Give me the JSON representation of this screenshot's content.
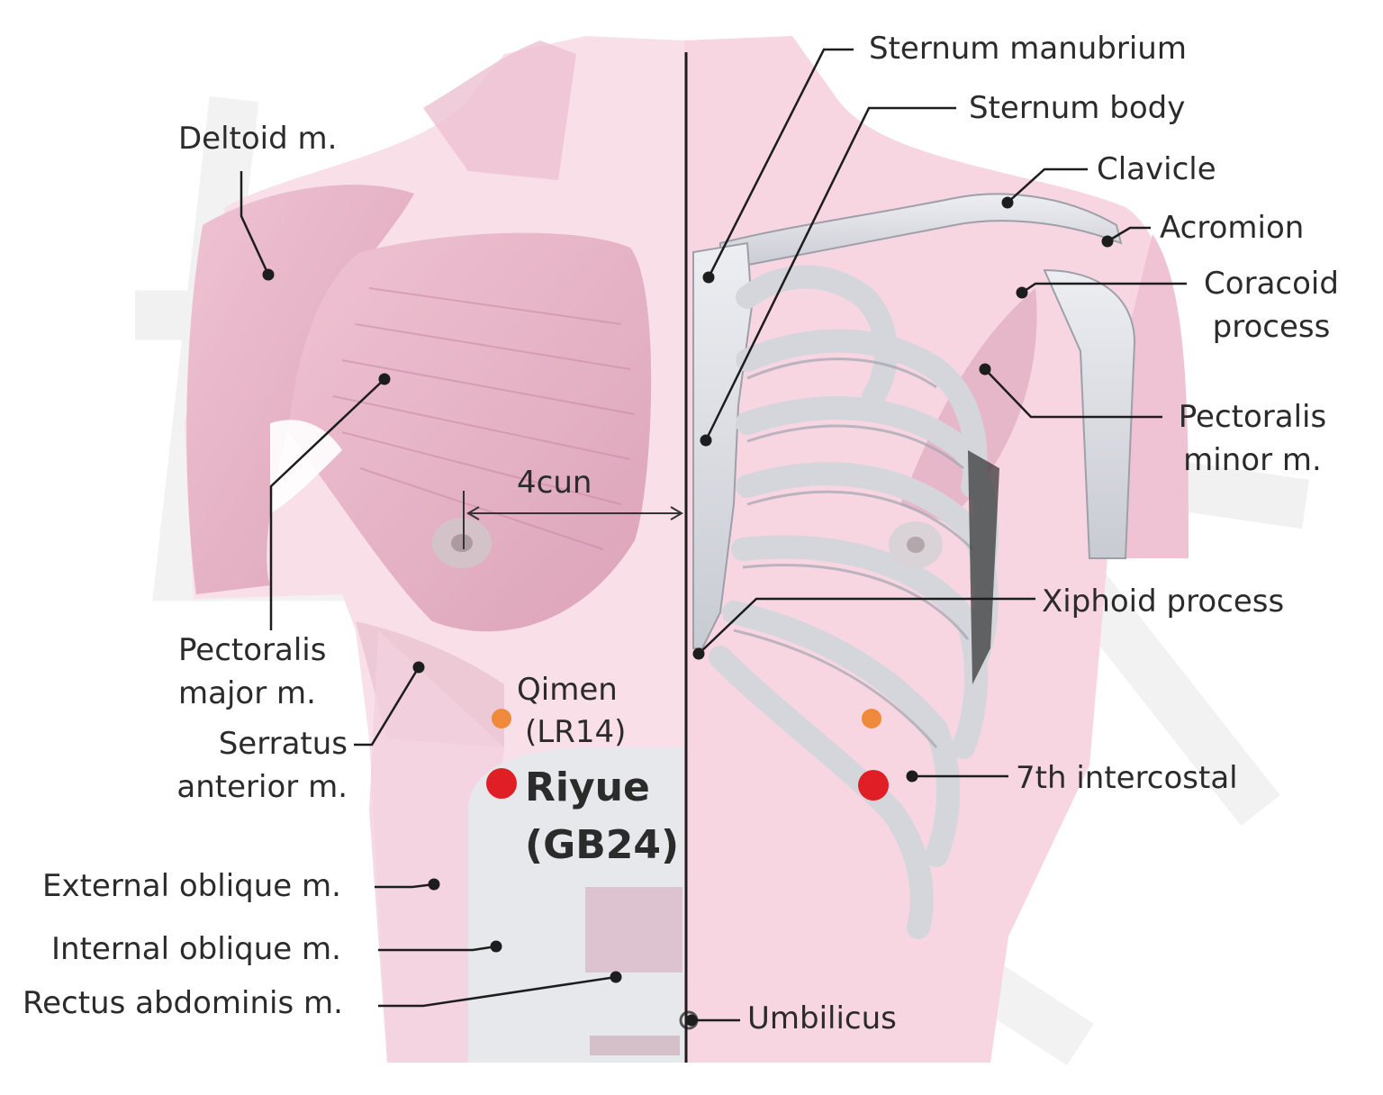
{
  "colors": {
    "skin_pink": "#f6d3e0",
    "muscle_pink": "#e9b6c9",
    "bone_grey": "#dcdde3",
    "bone_shadow": "#a9abb4",
    "leader_line": "#1d1d1d",
    "acupoint_primary": "#e01e25",
    "acupoint_secondary": "#ef8a3c"
  },
  "labels": {
    "sternum_manubrium": "Sternum manubrium",
    "sternum_body": "Sternum body",
    "clavicle": "Clavicle",
    "acromion": "Acromion",
    "coracoid_process": "Coracoid\nprocess",
    "pectoralis_minor": "Pectoralis\nminor m.",
    "xiphoid_process": "Xiphoid process",
    "seventh_intercostal": "7th intercostal",
    "umbilicus": "Umbilicus",
    "deltoid": "Deltoid m.",
    "pectoralis_major": "Pectoralis\nmajor m.",
    "serratus_anterior": "Serratus\nanterior m.",
    "external_oblique": "External oblique m.",
    "internal_oblique": "Internal oblique m.",
    "rectus_abdominis": "Rectus abdominis m.",
    "measurement": "4cun"
  },
  "acupoints": {
    "primary": {
      "name": "Riyue",
      "code": "(GB24)"
    },
    "secondary": {
      "name": "Qimen",
      "code": "(LR14)"
    }
  }
}
